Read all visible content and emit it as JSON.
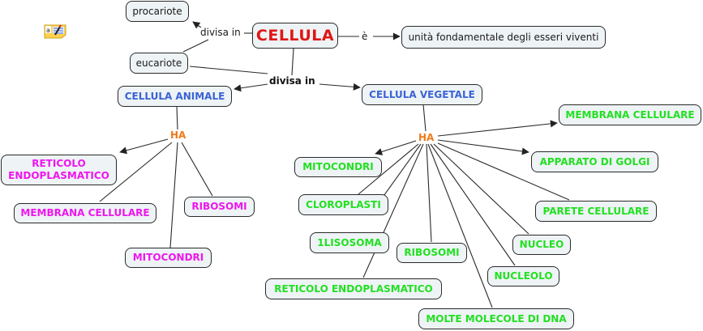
{
  "concept_map": {
    "root": "CELLULA",
    "nodes": {
      "cellula": "CELLULA",
      "procariote": "procariote",
      "eucariote": "eucariote",
      "unita": "unità fondamentale degli esseri viventi",
      "animale": "CELLULA ANIMALE",
      "vegetale": "CELLULA VEGETALE",
      "a_reticolo": "RETICOLO ENDOPLASMATICO",
      "a_membrana": "MEMBRANA CELLULARE",
      "a_ribosomi": "RIBOSOMI",
      "a_mitocondri": "MITOCONDRI",
      "v_membrana": "MEMBRANA CELLULARE",
      "v_golgi": "APPARATO DI GOLGI",
      "v_mitocondri": "MITOCONDRI",
      "v_cloroplasti": "CLOROPLASTI",
      "v_parete": "PARETE CELLULARE",
      "v_lisosoma": "1LISOSOMA",
      "v_ribosomi": "RIBOSOMI",
      "v_nucleo": "NUCLEO",
      "v_nucleolo": "NUCLEOLO",
      "v_reticolo": "RETICOLO ENDOPLASMATICO",
      "v_dna": "MOLTE MOLECOLE DI DNA"
    },
    "links": {
      "divisa_top": "divisa in",
      "e": "è",
      "divisa_mid": "divisa in",
      "ha_animale": "HA",
      "ha_vegetale": "HA"
    },
    "colors": {
      "root": "#e01616",
      "category": "#3b63d6",
      "animal_parts": "#ee16ee",
      "plant_parts": "#22e022",
      "linking_ha": "#f07a1a",
      "node_bg": "#eef3f5"
    },
    "icons": {
      "note": "annotation-note-icon"
    }
  }
}
